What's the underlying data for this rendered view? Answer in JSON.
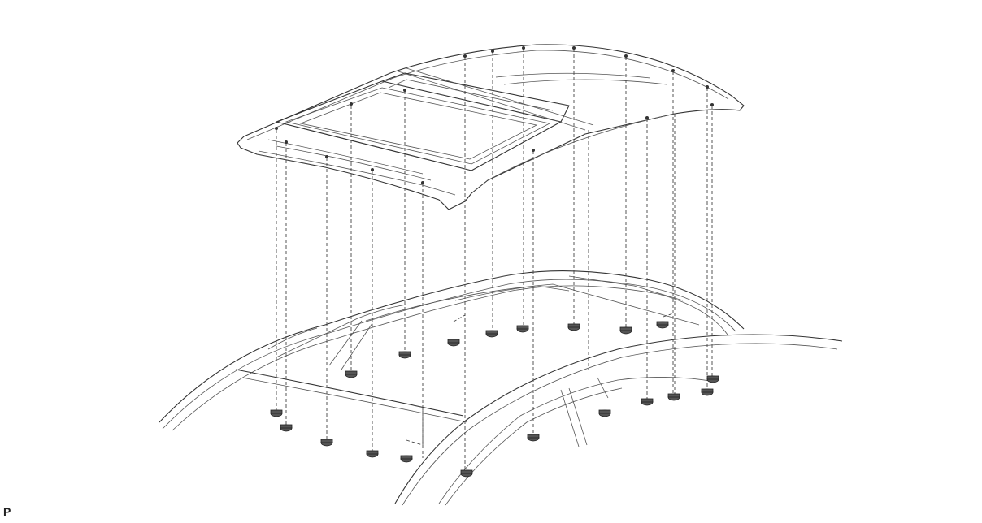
{
  "diagram": {
    "figure_label": "P",
    "part_top": "roof-headliner",
    "part_bottom": "vehicle-roof-body",
    "clips": [
      {
        "id": 1
      },
      {
        "id": 2
      },
      {
        "id": 3
      },
      {
        "id": 4
      },
      {
        "id": 5
      },
      {
        "id": 6
      },
      {
        "id": 7
      },
      {
        "id": 8
      },
      {
        "id": 9
      },
      {
        "id": 10
      },
      {
        "id": 11
      },
      {
        "id": 12
      },
      {
        "id": 13
      },
      {
        "id": 14
      },
      {
        "id": 15
      },
      {
        "id": 16
      },
      {
        "id": 17
      },
      {
        "id": 18
      },
      {
        "id": 19
      },
      {
        "id": 20
      }
    ]
  }
}
